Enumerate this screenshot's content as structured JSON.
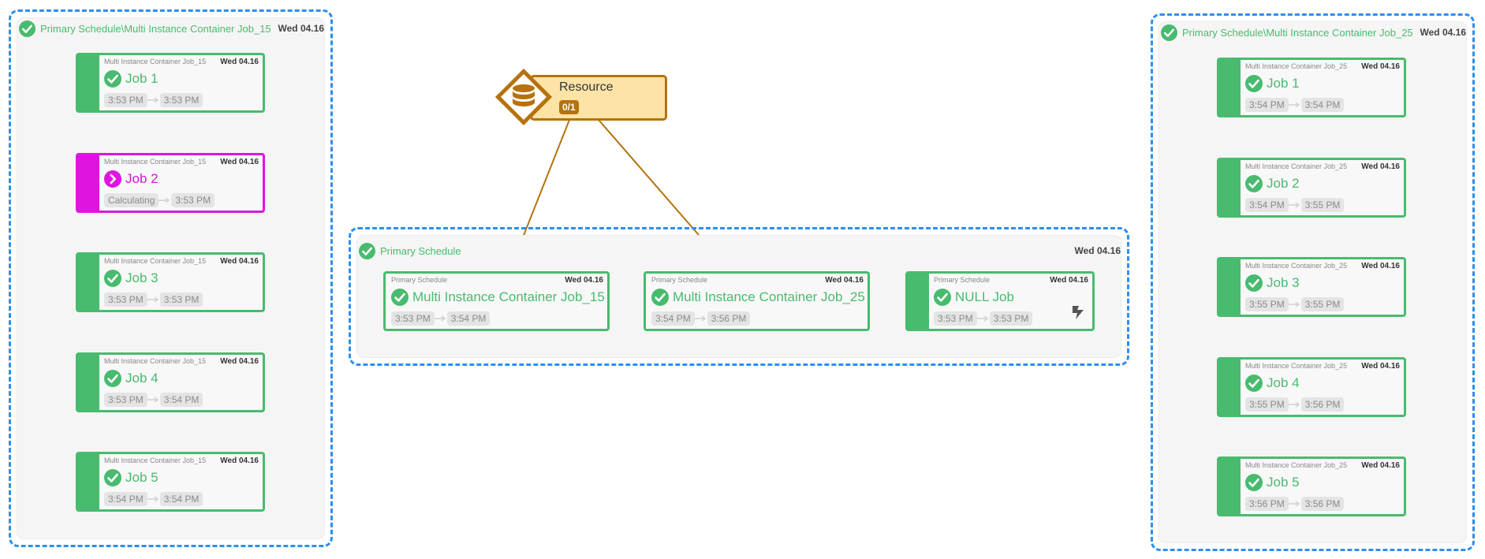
{
  "colors": {
    "success": "#48bb6e",
    "running": "#e014e0",
    "container_border": "#2d8fef",
    "resource_fill": "#fde3a6",
    "resource_border": "#b5720e",
    "time_pill_bg": "#e4e4e4"
  },
  "resource": {
    "name": "Resource",
    "count": "0/1",
    "icon": "database-icon"
  },
  "containers": {
    "left": {
      "title": "Primary Schedule\\Multi Instance Container Job_15",
      "date": "Wed 04.16",
      "status": "success",
      "jobs": [
        {
          "parent": "Multi Instance Container Job_15",
          "date": "Wed 04.16",
          "name": "Job 1",
          "start": "3:53 PM",
          "end": "3:53 PM",
          "status": "success"
        },
        {
          "parent": "Multi Instance Container Job_15",
          "date": "Wed 04.16",
          "name": "Job 2",
          "start": "Calculating",
          "end": "3:53 PM",
          "status": "running"
        },
        {
          "parent": "Multi Instance Container Job_15",
          "date": "Wed 04.16",
          "name": "Job 3",
          "start": "3:53 PM",
          "end": "3:53 PM",
          "status": "success"
        },
        {
          "parent": "Multi Instance Container Job_15",
          "date": "Wed 04.16",
          "name": "Job 4",
          "start": "3:53 PM",
          "end": "3:54 PM",
          "status": "success"
        },
        {
          "parent": "Multi Instance Container Job_15",
          "date": "Wed 04.16",
          "name": "Job 5",
          "start": "3:54 PM",
          "end": "3:54 PM",
          "status": "success"
        }
      ]
    },
    "middle": {
      "title": "Primary Schedule",
      "date": "Wed 04.16",
      "status": "success",
      "jobs": [
        {
          "parent": "Primary Schedule",
          "date": "Wed 04.16",
          "name": "Multi Instance Container Job_15",
          "start": "3:53 PM",
          "end": "3:54 PM",
          "status": "success"
        },
        {
          "parent": "Primary Schedule",
          "date": "Wed 04.16",
          "name": "Multi Instance Container Job_25",
          "start": "3:54 PM",
          "end": "3:56 PM",
          "status": "success"
        },
        {
          "parent": "Primary Schedule",
          "date": "Wed 04.16",
          "name": "NULL Job",
          "start": "3:53 PM",
          "end": "3:53 PM",
          "status": "success",
          "badge_icon": "lightning-bolt-icon"
        }
      ]
    },
    "right": {
      "title": "Primary Schedule\\Multi Instance Container Job_25",
      "date": "Wed 04.16",
      "status": "success",
      "jobs": [
        {
          "parent": "Multi Instance Container Job_25",
          "date": "Wed 04.16",
          "name": "Job 1",
          "start": "3:54 PM",
          "end": "3:54 PM",
          "status": "success"
        },
        {
          "parent": "Multi Instance Container Job_25",
          "date": "Wed 04.16",
          "name": "Job 2",
          "start": "3:54 PM",
          "end": "3:55 PM",
          "status": "success"
        },
        {
          "parent": "Multi Instance Container Job_25",
          "date": "Wed 04.16",
          "name": "Job 3",
          "start": "3:55 PM",
          "end": "3:55 PM",
          "status": "success"
        },
        {
          "parent": "Multi Instance Container Job_25",
          "date": "Wed 04.16",
          "name": "Job 4",
          "start": "3:55 PM",
          "end": "3:56 PM",
          "status": "success"
        },
        {
          "parent": "Multi Instance Container Job_25",
          "date": "Wed 04.16",
          "name": "Job 5",
          "start": "3:56 PM",
          "end": "3:56 PM",
          "status": "success"
        }
      ]
    }
  }
}
